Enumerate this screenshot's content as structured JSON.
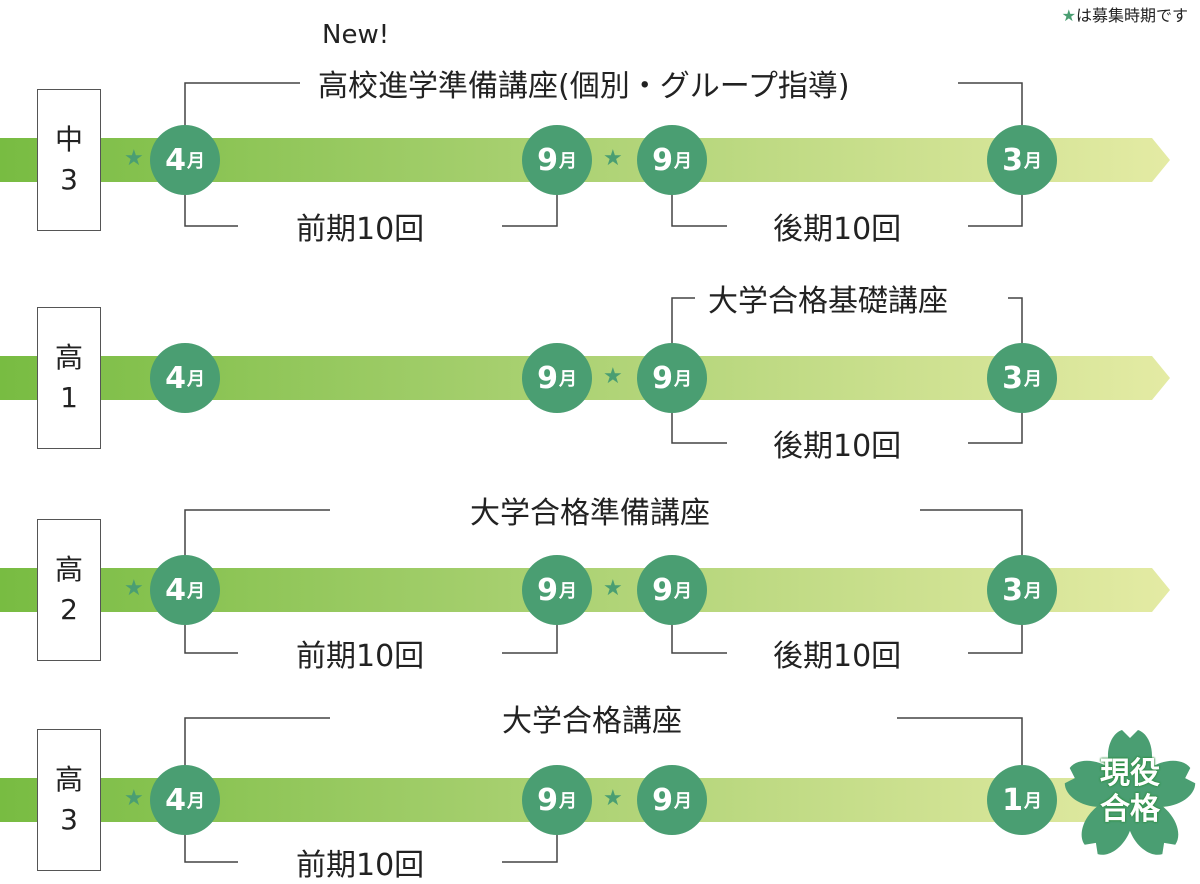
{
  "legend": {
    "star": "★",
    "text": "は募集時期です"
  },
  "new_label": "New!",
  "rows": [
    {
      "grade": [
        "中",
        "3"
      ],
      "top": "高校進学準備講座(個別・グループ指導)",
      "bottom_left": "前期10回",
      "bottom_right": "後期10回",
      "months": [
        "4",
        "9",
        "9",
        "3"
      ]
    },
    {
      "grade": [
        "高",
        "1"
      ],
      "top": "大学合格基礎講座",
      "bottom_right": "後期10回",
      "months": [
        "4",
        "9",
        "9",
        "3"
      ]
    },
    {
      "grade": [
        "高",
        "2"
      ],
      "top": "大学合格準備講座",
      "bottom_left": "前期10回",
      "bottom_right": "後期10回",
      "months": [
        "4",
        "9",
        "9",
        "3"
      ]
    },
    {
      "grade": [
        "高",
        "3"
      ],
      "top": "大学合格講座",
      "bottom_left": "前期10回",
      "months": [
        "4",
        "9",
        "9",
        "1"
      ]
    }
  ],
  "month_unit": "月",
  "badge": {
    "line1": "現役",
    "line2": "合格"
  },
  "colors": {
    "circle": "#4a9e72",
    "bar_start": "#78bc42",
    "bar_end": "#e4eba4"
  }
}
